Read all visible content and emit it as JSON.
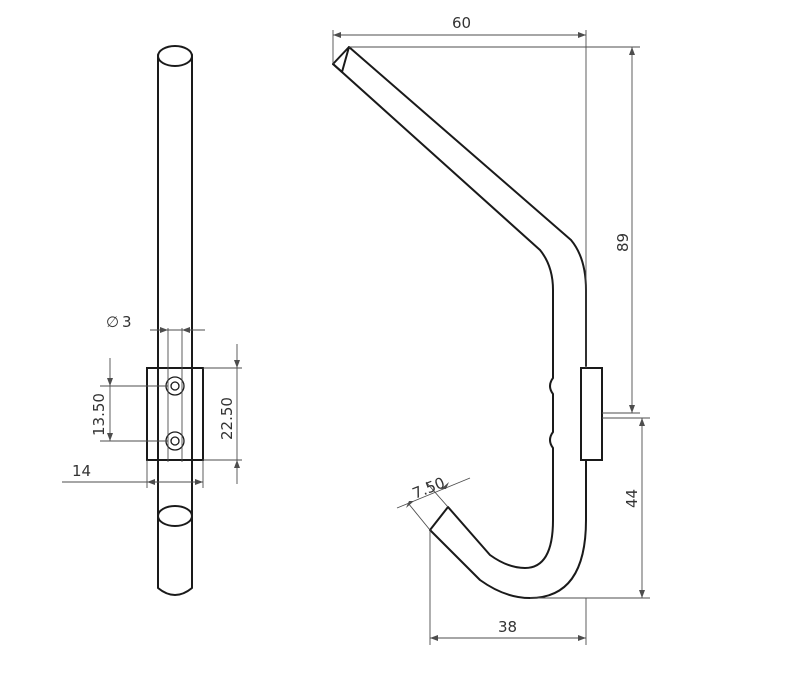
{
  "dimensions": {
    "diameter": "3",
    "diameter_symbol": "∅",
    "hole_spacing": "13.50",
    "plate_height": "22.50",
    "plate_width": "14",
    "overall_width": "60",
    "upper_height": "89",
    "lower_height": "44",
    "hook_width": "38",
    "tip_width": "7.50"
  }
}
